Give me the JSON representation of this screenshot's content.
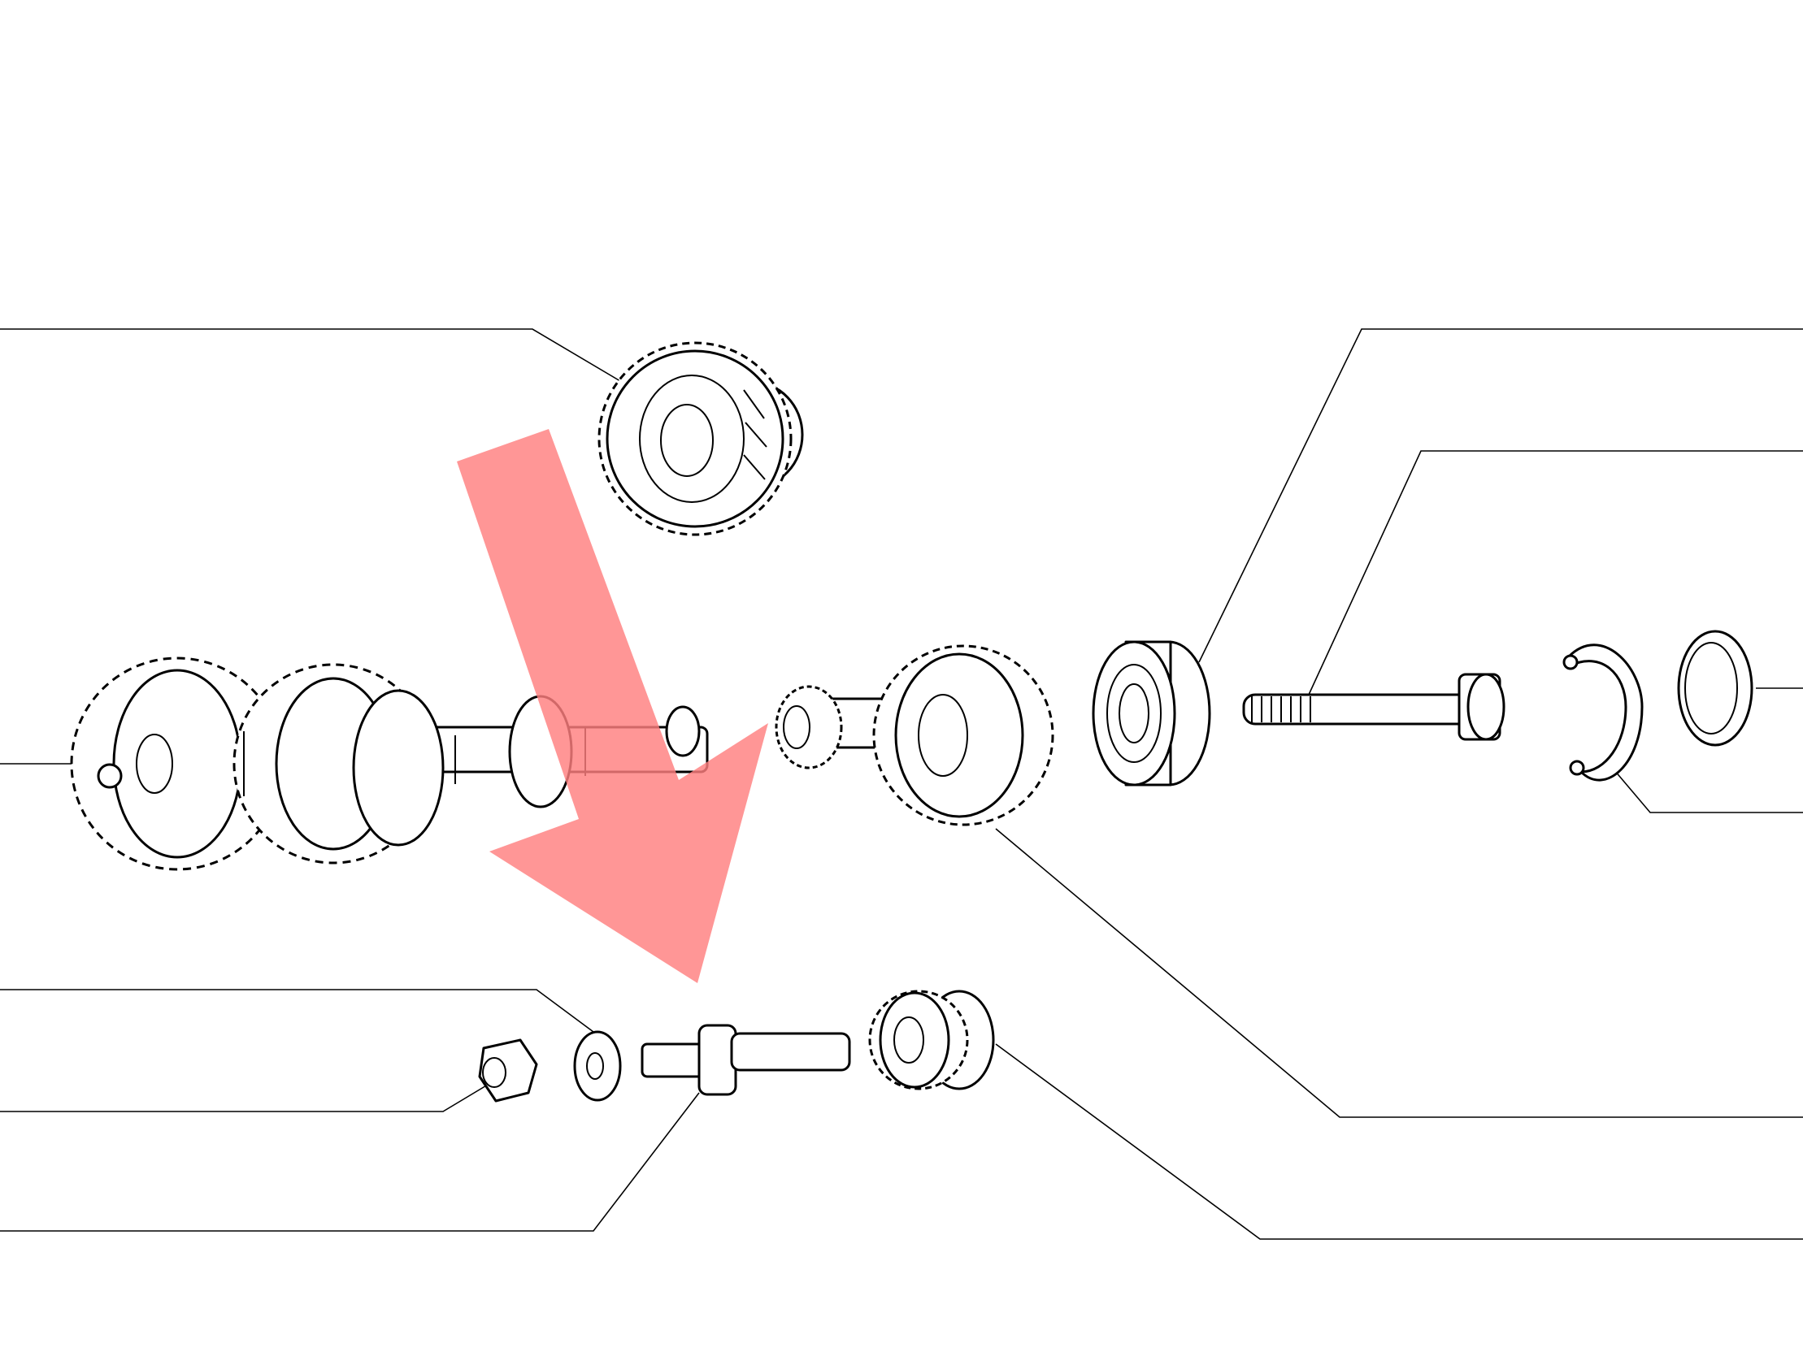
{
  "diagram": {
    "title": "",
    "callout_labels": [],
    "parts": [
      "gear-top",
      "gear-cluster-shaft",
      "splined-pinion-gear",
      "ball-bearing",
      "long-bolt",
      "circlip",
      "spacer-ring",
      "nut",
      "washer",
      "stud-pin",
      "small-double-gear"
    ],
    "highlight": {
      "target": "stud-pin",
      "color": "#ff7f7f",
      "pointer": "arrow"
    }
  }
}
